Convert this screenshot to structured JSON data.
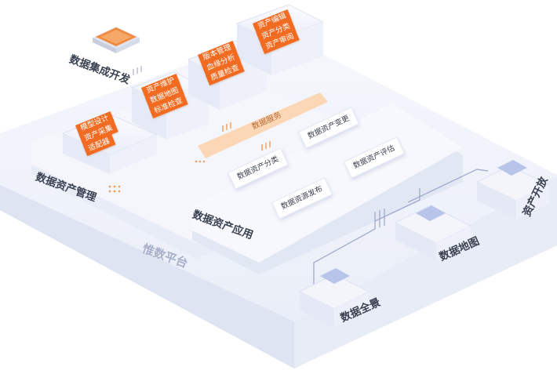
{
  "platform": {
    "label": "惟数平台"
  },
  "integration": {
    "label": "数据集成开发"
  },
  "asset_management": {
    "label": "数据资产管理",
    "group_a": [
      "模型设计",
      "资产采集",
      "适配器"
    ],
    "group_b": [
      "资产维护",
      "数据地图",
      "标准检查"
    ],
    "group_c": [
      "版本管理",
      "血缘分析",
      "质量检查"
    ],
    "group_d": [
      "资产编辑",
      "资产分类",
      "资产审阅"
    ]
  },
  "data_service": {
    "label": "数据服务"
  },
  "asset_application": {
    "label": "数据资产应用",
    "cards": [
      "数据资产变更",
      "数据资产评估",
      "数据资产分类",
      "数据资源发布"
    ]
  },
  "outputs": {
    "panorama": "数据全景",
    "map": "数据地图",
    "open": "资产开放"
  },
  "colors": {
    "accent": "#f26b21",
    "platform": "#eef1f9",
    "square": "#b9c4ea"
  }
}
